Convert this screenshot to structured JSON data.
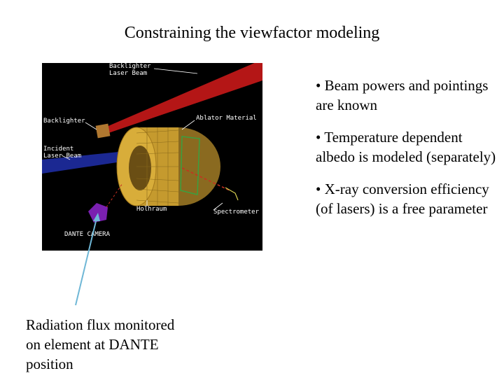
{
  "slide": {
    "title": "Constraining the viewfactor modeling"
  },
  "render_labels": {
    "backlighter_laser_beam": "Backlighter\nLaser Beam",
    "backlighter": "Backlighter",
    "ablator_material": "Ablator Material",
    "incident_laser_beam": "Incident\nLaser Beam",
    "spectrometer": "Spectrometer",
    "holhraum": "Holhraum",
    "dante_camera": "DANTE CAMERA"
  },
  "bullets": [
    "• Beam powers and pointings are known",
    "• Temperature dependent albedo is modeled (separately)",
    "• X-ray conversion efficiency (of lasers) is a free parameter"
  ],
  "caption": "Radiation flux monitored on element at DANTE position",
  "colors": {
    "render_background": "#000000",
    "hohlraum": "#c8a030",
    "laser_beam_red": "#d01010",
    "laser_beam_blue": "#2030a0",
    "dante_camera": "#7a1fb0",
    "arrow": "#6fb7d6"
  }
}
